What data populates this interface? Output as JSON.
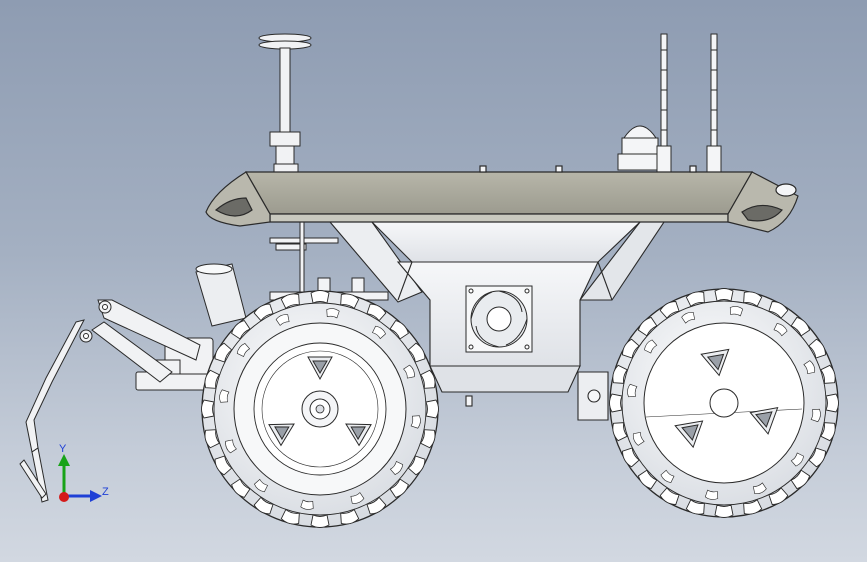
{
  "viewport": {
    "background_top": "#8e9cb2",
    "background_bottom": "#d2d8e1",
    "model_fill": "#f3f4f6",
    "model_shade": "#d9dde3",
    "deck_fill": "#a9a99c",
    "outline": "#2a2a2a"
  },
  "model": {
    "parts": [
      "chassis-body",
      "top-deck",
      "gps-antenna",
      "beacon-light",
      "whip-antenna-left",
      "whip-antenna-right",
      "cooling-fan",
      "front-wheel",
      "rear-wheel",
      "manipulator-arm",
      "gripper"
    ]
  },
  "triad": {
    "y_label": "Y",
    "z_label": "Z",
    "y_color": "#18a318",
    "z_color": "#1e3fd6",
    "x_color": "#d41a1a"
  }
}
